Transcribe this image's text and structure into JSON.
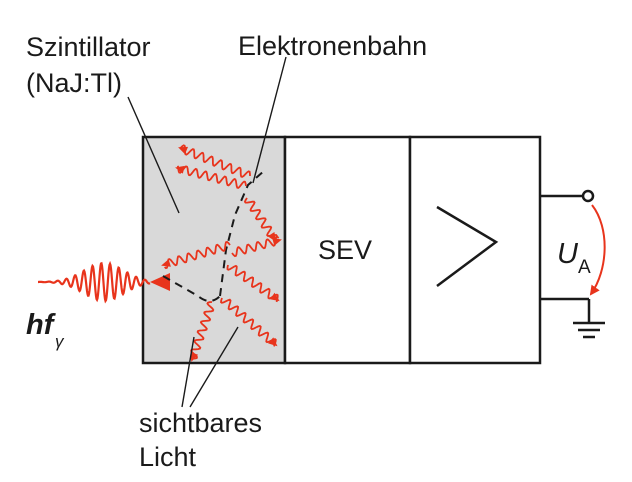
{
  "labels": {
    "scintillator_line1": "Szintillator",
    "scintillator_line2": "(NaJ:Tl)",
    "electron_path": "Elektronenbahn",
    "pmt": "SEV",
    "visible_light_line1": "sichtbares",
    "visible_light_line2": "Licht",
    "photon_energy_main": "hf",
    "photon_energy_sub": "γ",
    "output_voltage_main": "U",
    "output_voltage_sub": "A"
  },
  "colors": {
    "photon_red": "#e8341c",
    "scintillator_fill": "#d9d9d9",
    "outline": "#1a1a1a",
    "background": "#ffffff"
  },
  "icons": {
    "amplifier": "amplifier-triangle-icon",
    "ground": "ground-icon",
    "output_terminal": "terminal-circle-icon"
  }
}
